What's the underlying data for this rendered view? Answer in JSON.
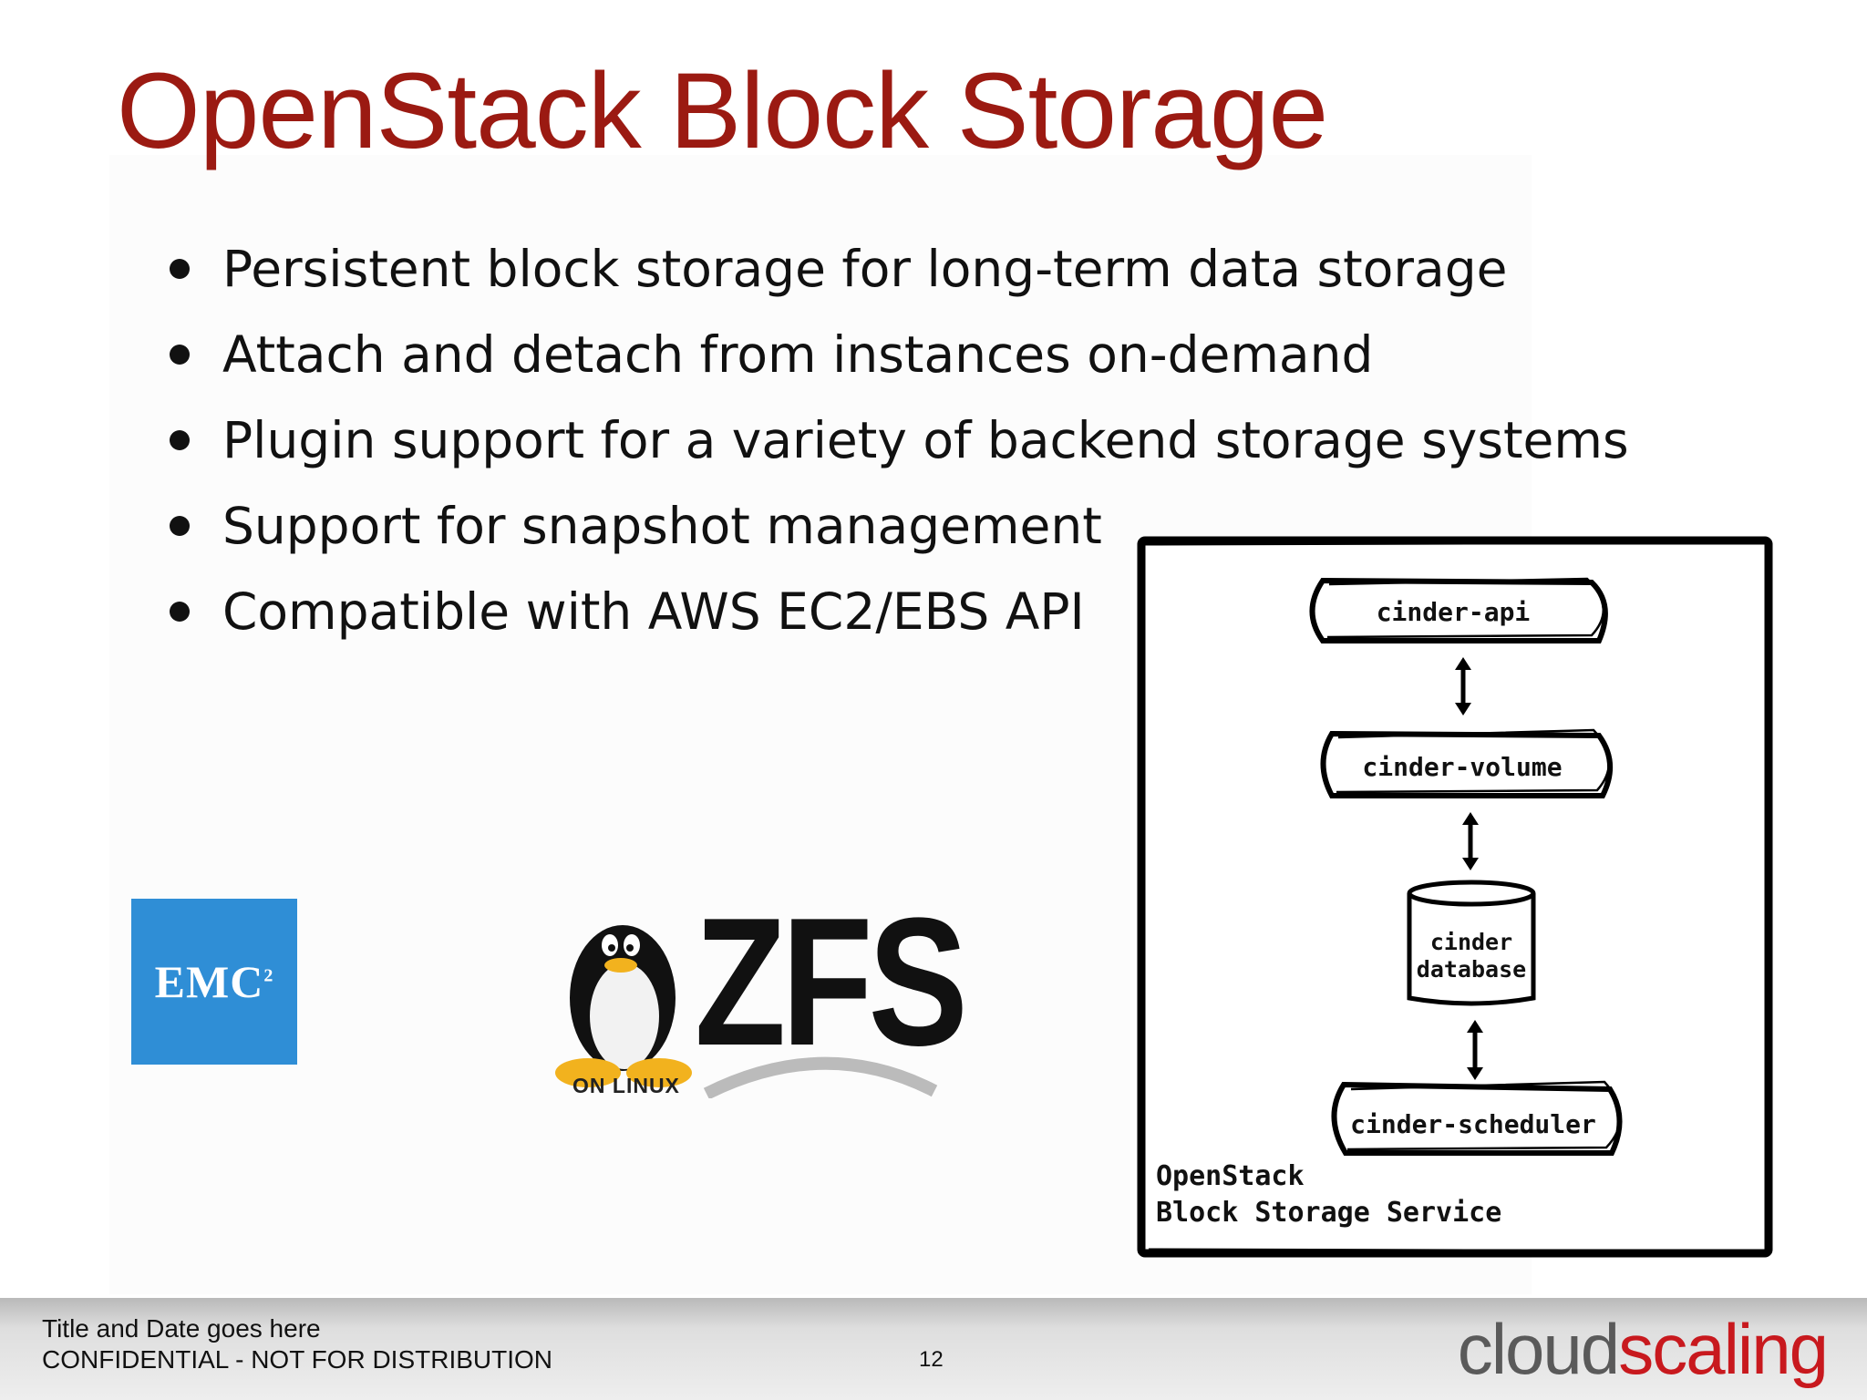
{
  "slide": {
    "title": "OpenStack Block Storage",
    "bullets": [
      "Persistent block storage for long-term data storage",
      "Attach and detach from instances on-demand",
      "Plugin support for a variety of backend storage systems",
      "Support for snapshot management",
      "Compatible with AWS EC2/EBS API"
    ]
  },
  "logos": {
    "emc": {
      "text": "EMC",
      "superscript": "2",
      "color": "#2f8ed6"
    },
    "zfs": {
      "text": "ZFS",
      "subtitle": "ON LINUX",
      "icon": "tux-penguin-icon"
    }
  },
  "diagram": {
    "nodes": [
      "cinder-api",
      "cinder-volume",
      "cinder database",
      "cinder-scheduler"
    ],
    "database_lines": [
      "cinder",
      "database"
    ],
    "caption_lines": [
      "OpenStack",
      "Block Storage Service"
    ]
  },
  "footer": {
    "title_line": "Title and Date goes here",
    "confidential": "CONFIDENTIAL - NOT FOR DISTRIBUTION",
    "page_number": "12",
    "brand_left": "cloud",
    "brand_right": "scaling",
    "brand_colors": {
      "cloud": "#5a5a5a",
      "scaling": "#c8191e"
    }
  },
  "colors": {
    "title": "#9b1a12"
  }
}
